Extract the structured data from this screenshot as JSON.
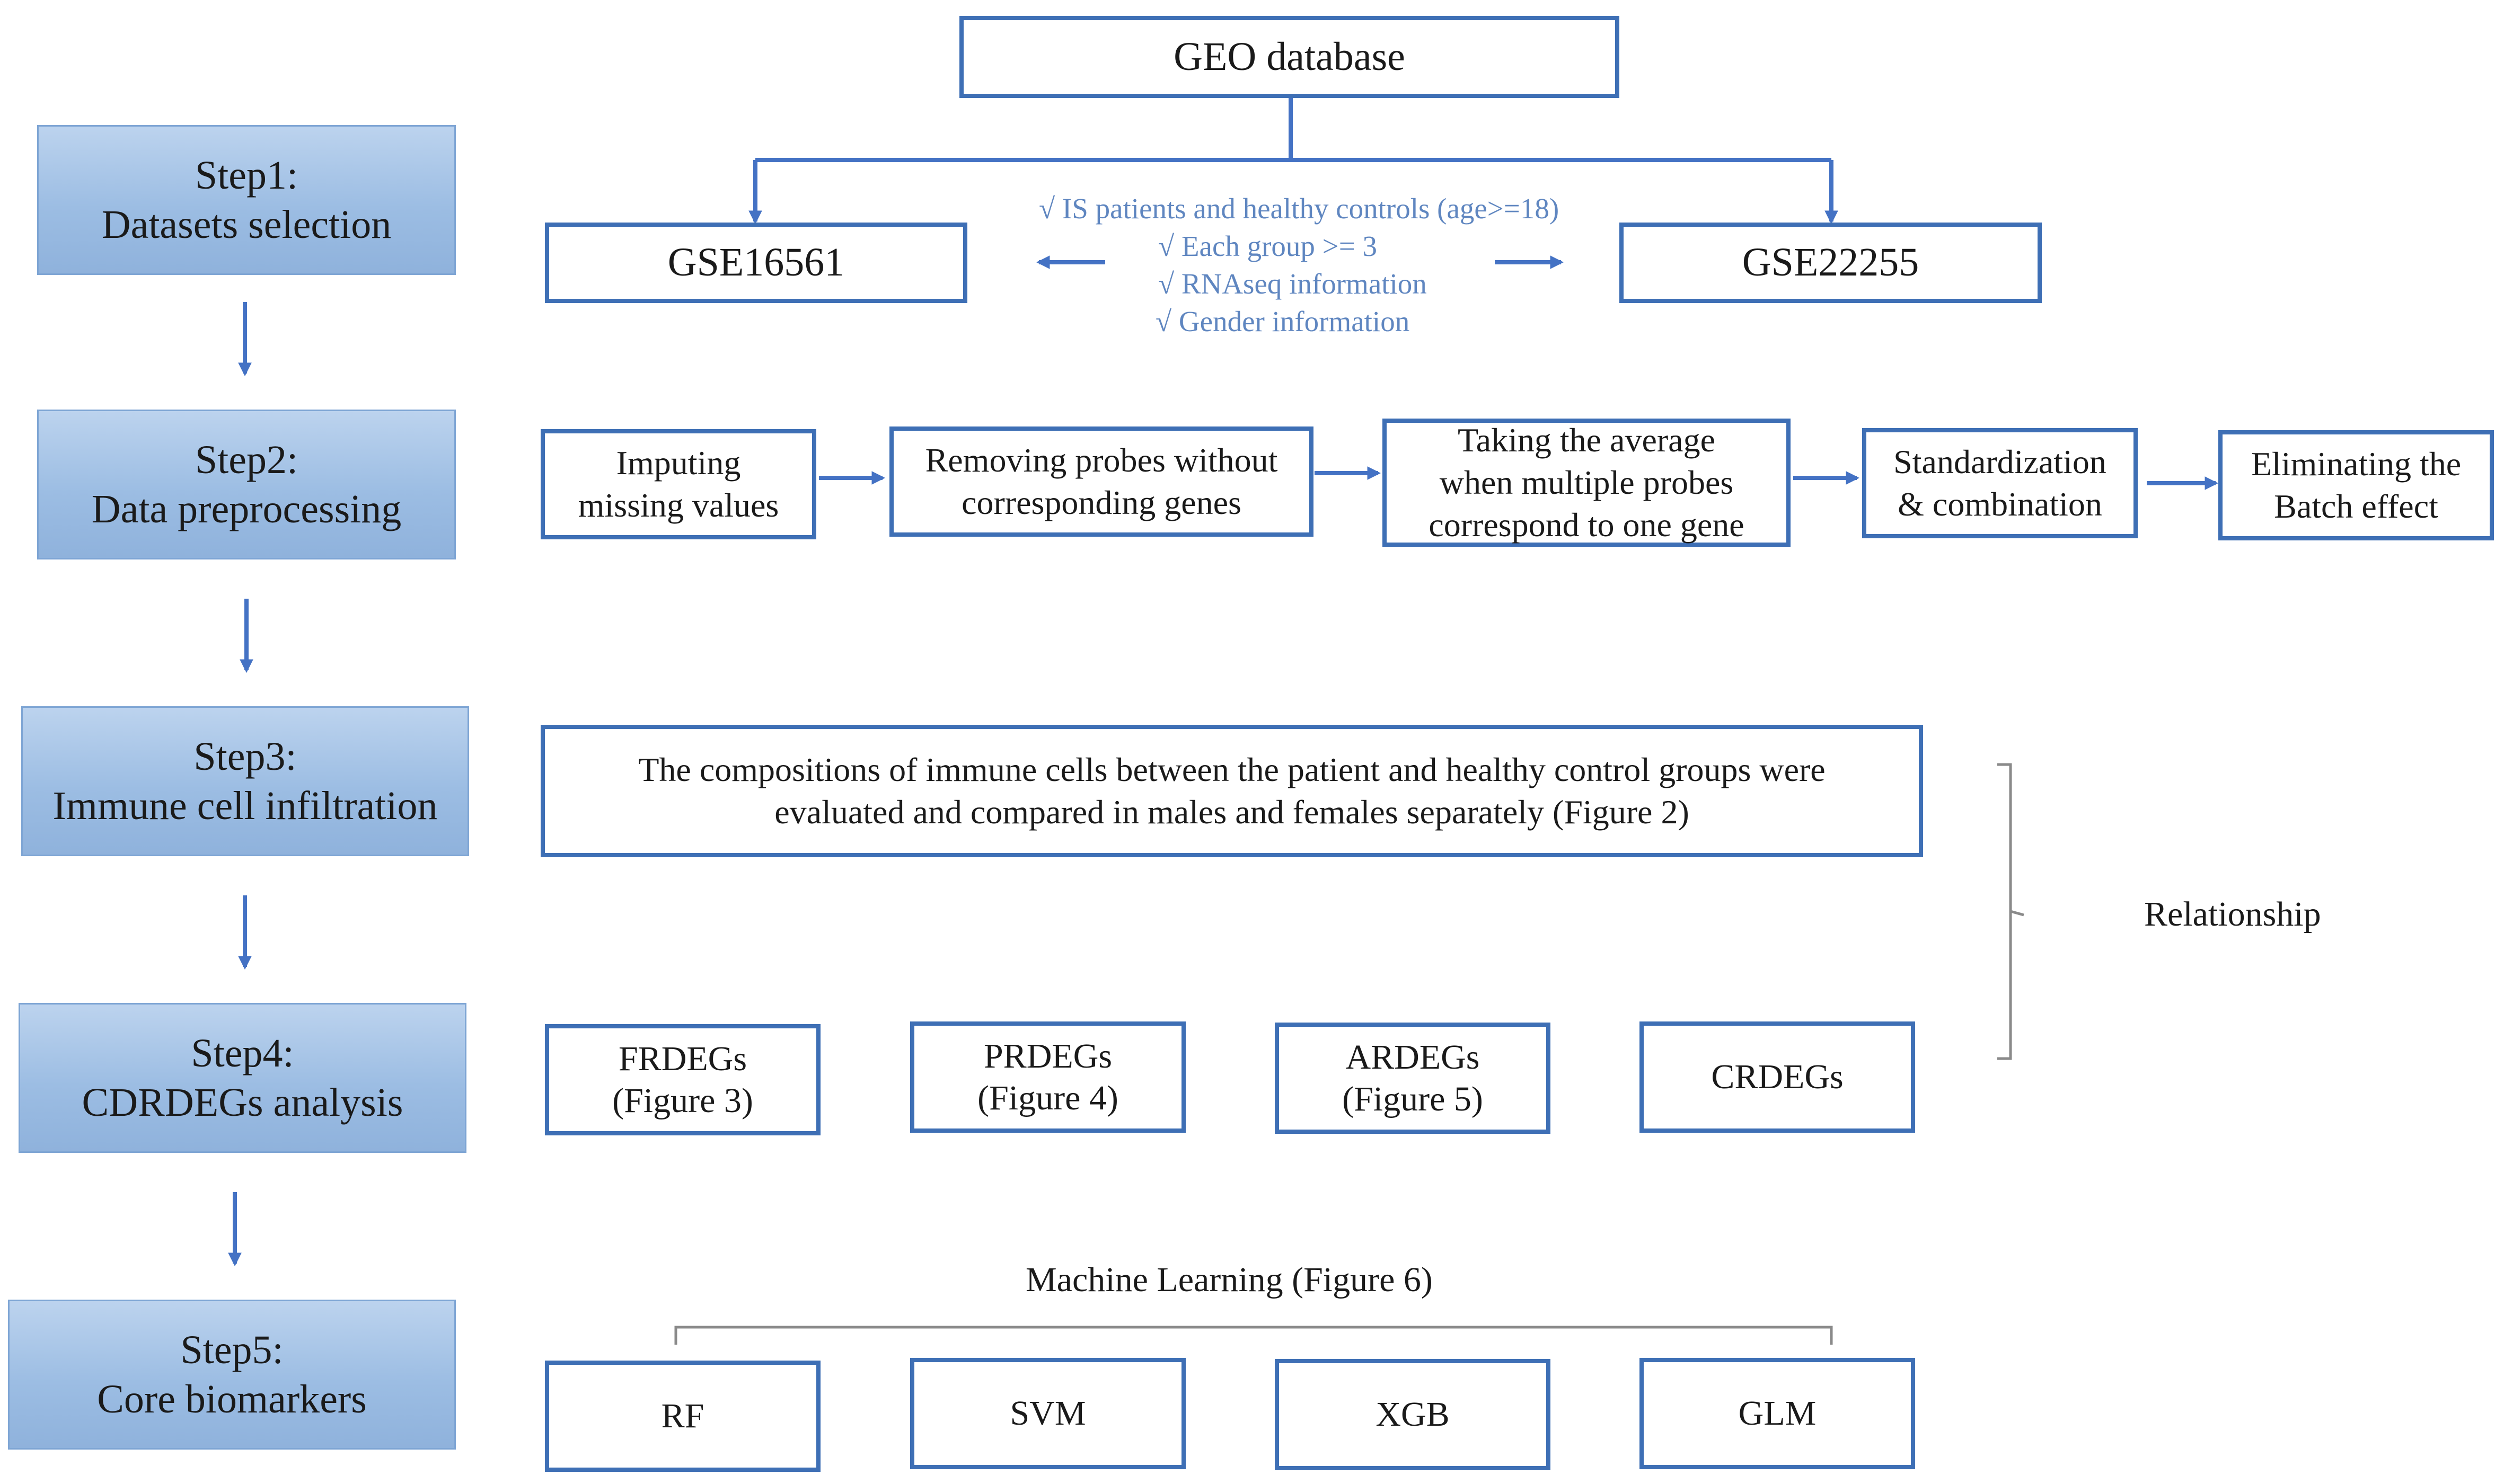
{
  "colors": {
    "box_border": "#3e6fb5",
    "arrow": "#4472c4",
    "criteria_text": "#5f86c0",
    "step_fill": "#9cbde3",
    "bracket": "#8a8a8a"
  },
  "geo": {
    "label": "GEO database"
  },
  "datasets": {
    "left": "GSE16561",
    "right": "GSE22255"
  },
  "criteria": [
    "√ IS patients and healthy controls (age>=18)",
    "√ Each group >= 3",
    "√ RNAseq information",
    "√ Gender information"
  ],
  "steps": [
    {
      "title": "Step1:",
      "name": "Datasets selection"
    },
    {
      "title": "Step2:",
      "name": "Data preprocessing"
    },
    {
      "title": "Step3:",
      "name": "Immune cell infiltration"
    },
    {
      "title": "Step4:",
      "name": "CDRDEGs analysis"
    },
    {
      "title": "Step5:",
      "name": "Core biomarkers"
    }
  ],
  "preprocessing": [
    {
      "line1": "Imputing",
      "line2": "missing values"
    },
    {
      "line1": "Removing probes without",
      "line2": "corresponding genes"
    },
    {
      "line1": "Taking the average",
      "line2": "when multiple probes",
      "line3": "correspond to one gene"
    },
    {
      "line1": "Standardization",
      "line2": "& combination"
    },
    {
      "line1": "Eliminating the",
      "line2": "Batch effect"
    }
  ],
  "immune": {
    "line1": "The compositions of immune cells between the patient and healthy control groups were",
    "line2": "evaluated and compared in males and females separately (Figure 2)"
  },
  "degs": [
    {
      "name": "FRDEGs",
      "fig": "(Figure 3)"
    },
    {
      "name": "PRDEGs",
      "fig": "(Figure 4)"
    },
    {
      "name": "ARDEGs",
      "fig": "(Figure 5)"
    },
    {
      "name": "CRDEGs"
    }
  ],
  "relationship": "Relationship",
  "ml": {
    "title": "Machine Learning (Figure 6)",
    "methods": [
      "RF",
      "SVM",
      "XGB",
      "GLM"
    ]
  }
}
